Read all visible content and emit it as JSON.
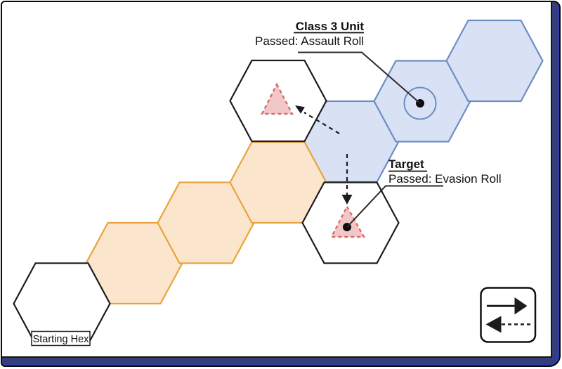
{
  "frame": {
    "navy": "#353e76",
    "outline": "#0a0a0a",
    "canvas_background": "#ffffff"
  },
  "palette": {
    "orange_fill": "#fce5cd",
    "orange_stroke": "#e8a33d",
    "blue_fill": "#d9e2f4",
    "blue_stroke": "#6d8dc7",
    "triangle_fill": "#f2c7c7",
    "triangle_stroke": "#da6b6b",
    "hex_outline": "#1c1c1c",
    "callout": "#2b2b2b",
    "text": "#111111"
  },
  "annotations": {
    "class3": {
      "title": "Class 3 Unit",
      "subtitle": "Passed: Assault Roll"
    },
    "target": {
      "title": "Target",
      "subtitle": "Passed: Evasion Roll"
    },
    "starting_hex": {
      "label": "Starting Hex"
    }
  },
  "board": {
    "white_hexes": [
      "starting-hex",
      "assault-display-hex",
      "target-hex"
    ],
    "orange_path_hex_count": 3,
    "blue_path_hex_count": 3,
    "markers": [
      "unit-circle-with-dot",
      "dashed-triangle-upper",
      "dashed-triangle-target-with-dot"
    ]
  },
  "legend": {
    "solid_arrow_direction": "right",
    "dashed_arrow_direction": "left"
  }
}
